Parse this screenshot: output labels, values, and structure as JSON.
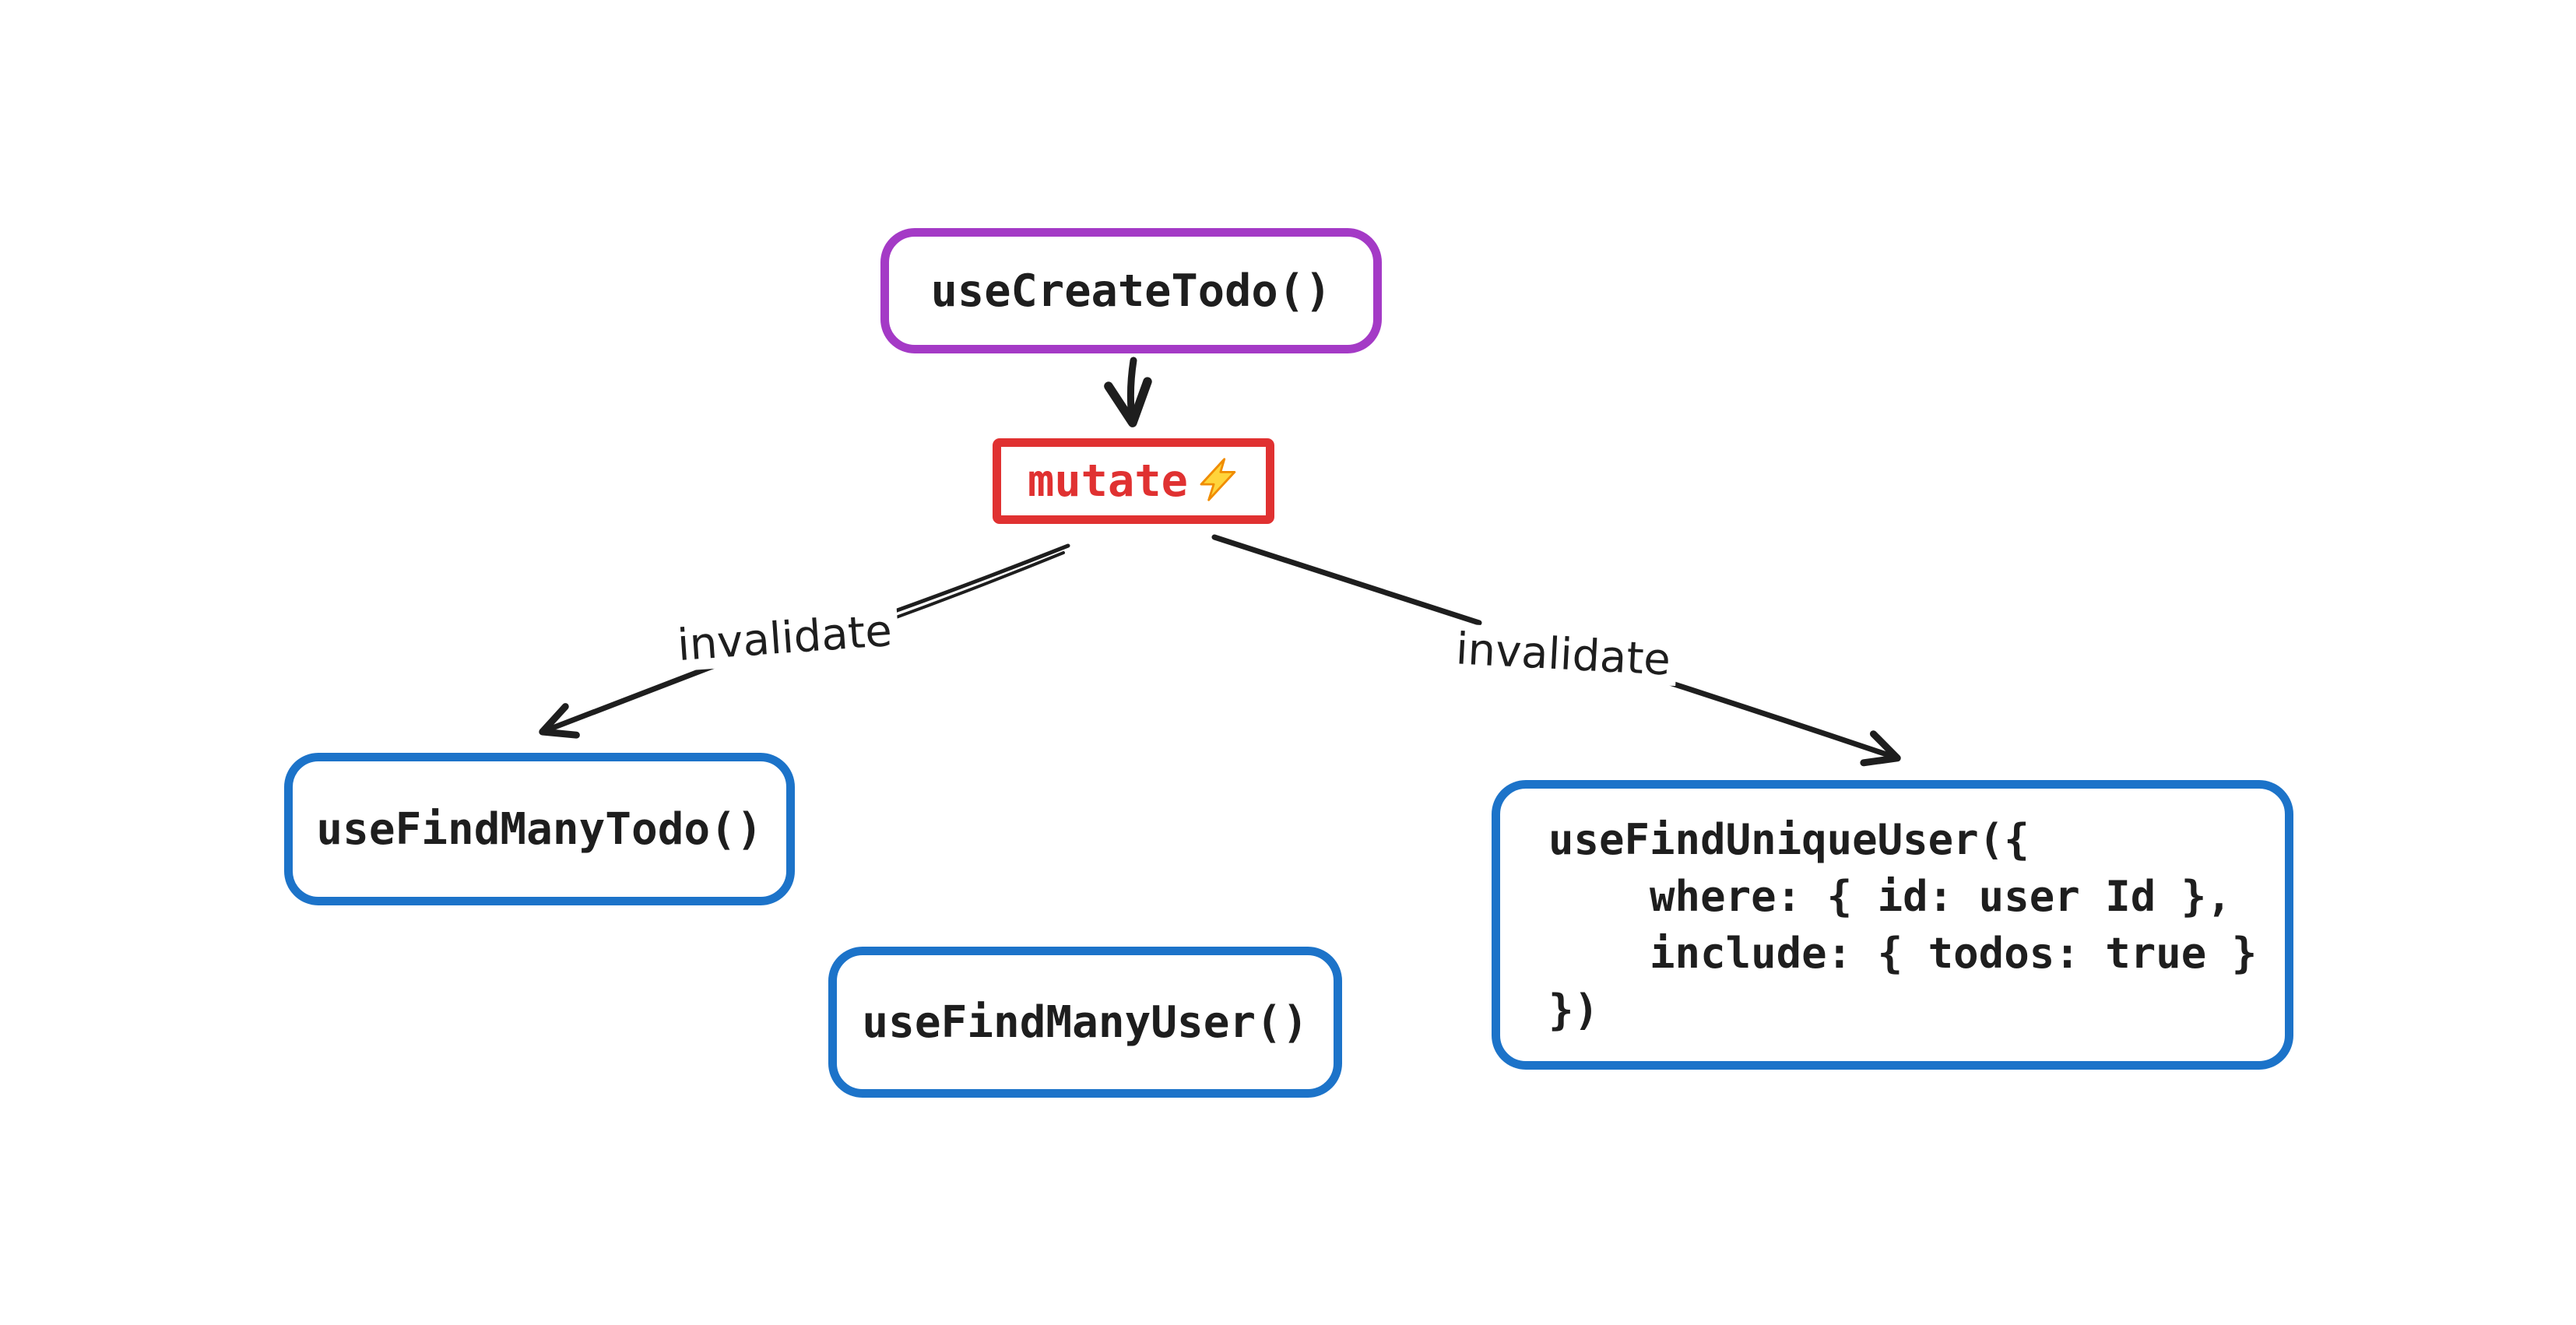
{
  "diagram": {
    "background_color": "#ffffff",
    "stroke_color": "#1e1e1e",
    "nodes": {
      "create_todo": {
        "label": "useCreateTodo()",
        "border_color": "#a43ac6",
        "shape": "rounded-rectangle"
      },
      "mutate": {
        "label": "mutate",
        "border_color": "#e03131",
        "text_color": "#e03131",
        "icon": "lightning-icon",
        "shape": "rectangle"
      },
      "find_many_todo": {
        "label": "useFindManyTodo()",
        "border_color": "#1c73c9",
        "shape": "rounded-rectangle"
      },
      "find_many_user": {
        "label": "useFindManyUser()",
        "border_color": "#1c73c9",
        "shape": "rounded-rectangle"
      },
      "find_unique_user": {
        "border_color": "#1c73c9",
        "shape": "rounded-rectangle",
        "code_lines": {
          "0": "useFindUniqueUser({",
          "1": "    where: { id: user Id },",
          "2": "    include: { todos: true }",
          "3": "})"
        }
      }
    },
    "edges": {
      "create_todo_to_mutate": {
        "label": ""
      },
      "mutate_to_find_many_todo": {
        "label": "invalidate"
      },
      "mutate_to_find_unique_user": {
        "label": "invalidate"
      }
    },
    "icon_colors": {
      "bolt_fill": "#ffd43b",
      "bolt_stroke": "#f08c00"
    }
  }
}
